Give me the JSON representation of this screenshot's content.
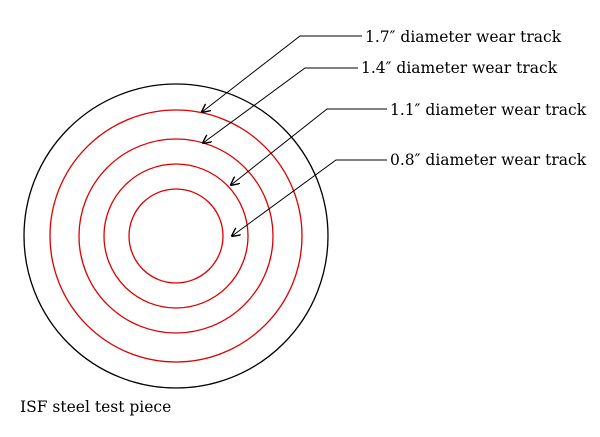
{
  "diagram": {
    "colors": {
      "outline": "#000000",
      "wear_track": "#dd0000",
      "arrow": "#000000",
      "background": "#ffffff"
    },
    "caption": "ISF steel test piece",
    "specimen_label": "ISF steel test piece",
    "tracks": [
      {
        "diameter": "1.7",
        "unit_mark": "″",
        "label_text": "diameter wear track"
      },
      {
        "diameter": "1.4",
        "unit_mark": "″",
        "label_text": "diameter wear track"
      },
      {
        "diameter": "1.1",
        "unit_mark": "″",
        "label_text": "diameter wear track"
      },
      {
        "diameter": "0.8",
        "unit_mark": "″",
        "label_text": "diameter wear track"
      }
    ]
  }
}
